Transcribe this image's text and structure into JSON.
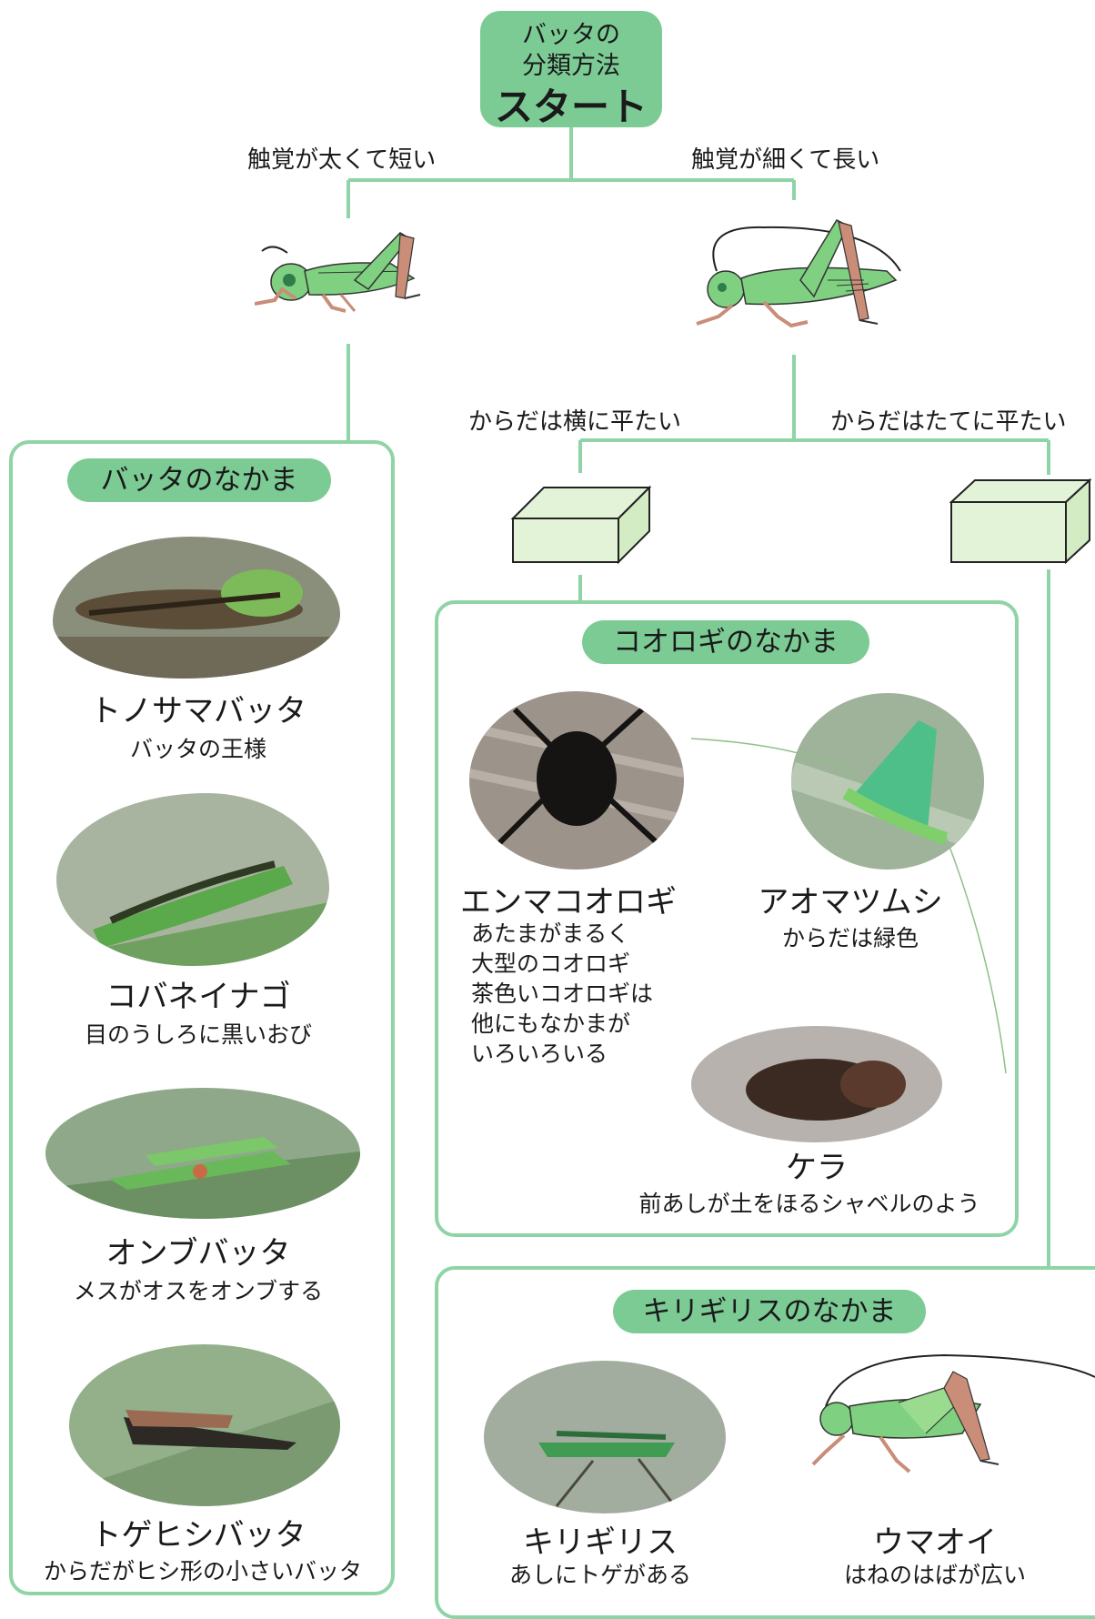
{
  "start": {
    "line1": "バッタの",
    "line2": "分類方法",
    "line3": "スタート"
  },
  "branches": {
    "antenna_thick": "触覚が太くて短い",
    "antenna_thin": "触覚が細くて長い",
    "body_horizontal": "からだは横に平たい",
    "body_vertical": "からだはたてに平たい"
  },
  "groups": {
    "batta": {
      "title": "バッタのなかま",
      "items": [
        {
          "name": "トノサマバッタ",
          "desc": "バッタの王様"
        },
        {
          "name": "コバネイナゴ",
          "desc": "目のうしろに黒いおび"
        },
        {
          "name": "オンブバッタ",
          "desc": "メスがオスをオンブする"
        },
        {
          "name": "トゲヒシバッタ",
          "desc": "からだがヒシ形の小さいバッタ"
        }
      ]
    },
    "koorogi": {
      "title": "コオロギのなかま",
      "items": [
        {
          "name": "エンマコオロギ",
          "desc": [
            "あたまがまるく",
            "大型のコオロギ",
            "茶色いコオロギは",
            "他にもなかまが",
            "いろいろいる"
          ]
        },
        {
          "name": "アオマツムシ",
          "desc": "からだは緑色"
        },
        {
          "name": "ケラ",
          "desc": "前あしが土をほるシャベルのよう"
        }
      ]
    },
    "kirigirisu": {
      "title": "キリギリスのなかま",
      "items": [
        {
          "name": "キリギリス",
          "desc": "あしにトゲがある"
        },
        {
          "name": "ウマオイ",
          "desc": "はねのはばが広い"
        }
      ]
    }
  },
  "colors": {
    "accent_green": "#7ccb95",
    "frame_green": "#8fd4a6",
    "insect_green": "#7fd081",
    "leg_brown": "#c98d78",
    "box_fill": "#e3f3d8"
  },
  "icons": {
    "grasshopper": "grasshopper-illustration",
    "katydid": "katydid-illustration",
    "flat_box_horizontal": "flat-box-horizontal-icon",
    "flat_box_vertical": "flat-box-vertical-icon"
  }
}
